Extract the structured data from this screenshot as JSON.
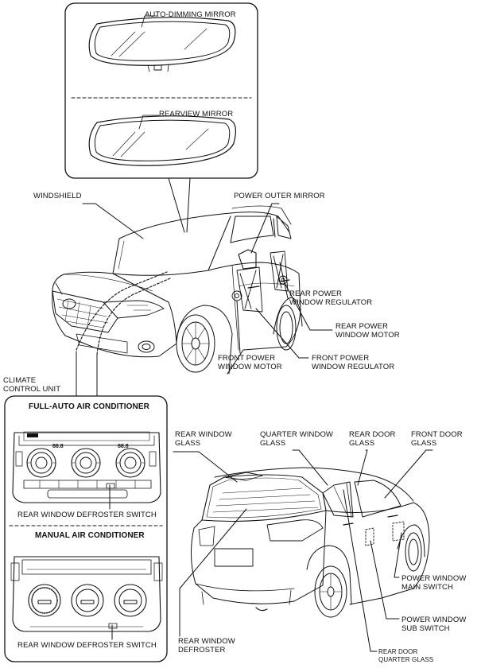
{
  "labels": {
    "auto_dimming_mirror": "AUTO-DIMMING MIRROR",
    "rearview_mirror": "REARVIEW MIRROR",
    "windshield": "WINDSHIELD",
    "power_outer_mirror": "POWER OUTER MIRROR",
    "rear_power_window_regulator": "REAR POWER\nWINDOW REGULATOR",
    "rear_power_window_motor": "REAR POWER\nWINDOW MOTOR",
    "front_power_window_motor": "FRONT POWER\nWINDOW MOTOR",
    "front_power_window_regulator": "FRONT POWER\nWINDOW REGULATOR",
    "climate_control_unit": "CLIMATE\nCONTROL UNIT",
    "full_auto_air_conditioner": "FULL-AUTO AIR CONDITIONER",
    "rear_window_defroster_switch_1": "REAR WINDOW DEFROSTER SWITCH",
    "manual_air_conditioner": "MANUAL AIR CONDITIONER",
    "rear_window_defroster_switch_2": "REAR WINDOW DEFROSTER SWITCH",
    "rear_window_glass": "REAR WINDOW\nGLASS",
    "quarter_window_glass": "QUARTER WINDOW\nGLASS",
    "rear_door_glass": "REAR DOOR\nGLASS",
    "front_door_glass": "FRONT DOOR\nGLASS",
    "power_window_main_switch": "POWER WINDOW\nMAIN SWITCH",
    "power_window_sub_switch": "POWER WINDOW\nSUB SWITCH",
    "rear_window_defroster": "REAR WINDOW\nDEFROSTER",
    "rear_door_quarter_glass": "REAR DOOR\nQUARTER GLASS"
  },
  "display_text": {
    "full_auto_temp_left": "88.8",
    "full_auto_temp_right": "88.8"
  }
}
